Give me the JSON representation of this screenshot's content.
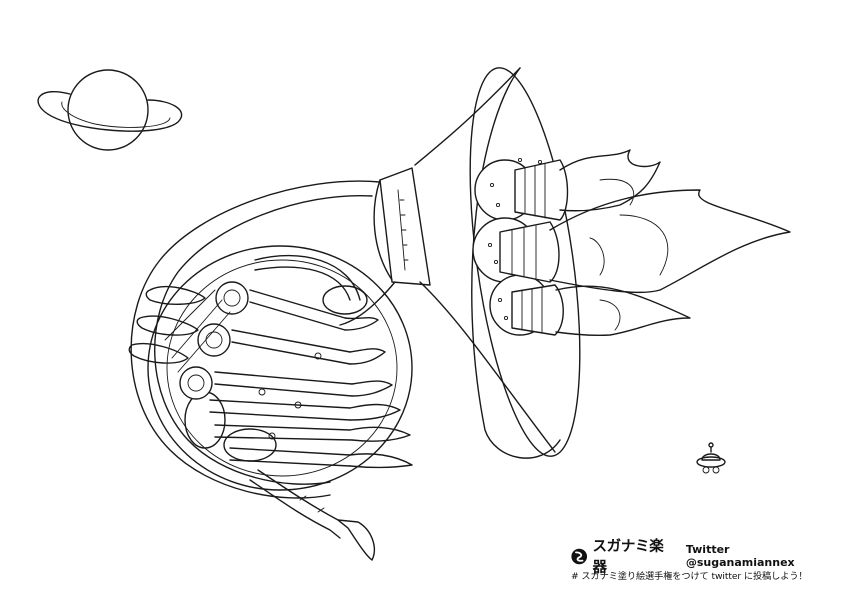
{
  "footer": {
    "brand": "スガナミ楽器",
    "twitter": "Twitter @suganamiannex",
    "hashtag": "# スガナミ塗り絵選手権をつけて twitter に投稿しよう！"
  },
  "illustration": {
    "subject": "french-horn-rocket",
    "elements": [
      "planet-with-ring",
      "french-horn",
      "bell-nozzle",
      "rocket-engines",
      "exhaust-flames",
      "small-ufo"
    ],
    "line_color": "#1a1a1a",
    "background": "#ffffff"
  }
}
